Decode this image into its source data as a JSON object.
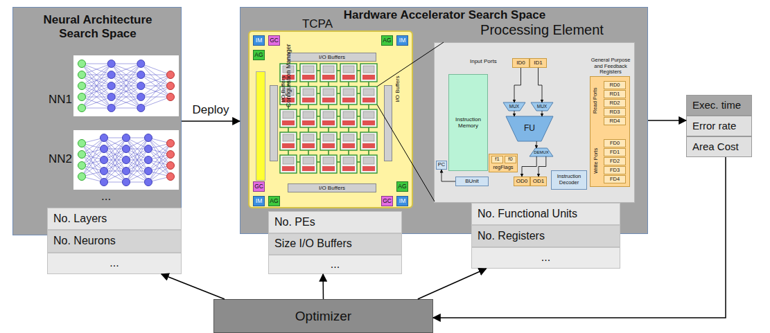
{
  "diagram": {
    "nodes": [
      {
        "text": [
          "Neural Architecture Search Space"
        ]
      },
      {
        "text": [
          "No. Layers"
        ]
      },
      {
        "text": [
          "No. Neurons"
        ]
      },
      {
        "text": [
          "..."
        ]
      },
      {
        "text": [
          "Hardware Accelerator Search Space"
        ]
      },
      {
        "text": [
          "TCPA"
        ],
        "in": 4
      },
      {
        "text": [
          "IM"
        ],
        "in": 5
      },
      {
        "text": [
          "GC"
        ],
        "in": 5
      },
      {
        "text": [
          "AG"
        ],
        "in": 5
      },
      {
        "text": [
          "AG"
        ],
        "in": 5
      },
      {
        "text": [
          "IM"
        ],
        "in": 5
      },
      {
        "text": [
          "GC"
        ],
        "in": 5
      },
      {
        "text": [
          "IM"
        ],
        "in": 5
      },
      {
        "text": [
          "AG"
        ],
        "in": 5
      },
      {
        "text": [
          "AG"
        ],
        "in": 5
      },
      {
        "text": [
          "GC"
        ],
        "in": 5
      },
      {
        "text": [
          "IM"
        ],
        "in": 5
      },
      {
        "text": [
          "Configuration Manager"
        ],
        "in": 5
      },
      {
        "text": [
          "I/O Buffers"
        ],
        "in": 5
      },
      {
        "text": [
          "I/O Buffers"
        ],
        "in": 5
      },
      {
        "text": [
          "I/O Buffers"
        ],
        "in": 5
      },
      {
        "text": [
          "I/O Buffers"
        ],
        "in": 5
      },
      {
        "text": [
          "Processing Element"
        ],
        "in": 4
      },
      {
        "text": [
          "ID0"
        ],
        "in": 22
      },
      {
        "text": [
          "ID1"
        ],
        "in": 22
      },
      {
        "text": [
          "Instruction Memory"
        ],
        "in": 22
      },
      {
        "text": [
          "MUX"
        ],
        "in": 22
      },
      {
        "text": [
          "MUX"
        ],
        "in": 22
      },
      {
        "text": [
          "FU"
        ],
        "in": 22
      },
      {
        "text": [
          "General Purpose and Feedback Registers",
          "Read Ports",
          "Write Ports"
        ],
        "in": 22
      },
      {
        "text": [
          "RD0"
        ],
        "in": 29
      },
      {
        "text": [
          "RD1"
        ],
        "in": 29
      },
      {
        "text": [
          "RD2"
        ],
        "in": 29
      },
      {
        "text": [
          "RD3"
        ],
        "in": 29
      },
      {
        "text": [
          "RD4"
        ],
        "in": 29
      },
      {
        "text": [
          "FD0"
        ],
        "in": 29
      },
      {
        "text": [
          "FD1"
        ],
        "in": 29
      },
      {
        "text": [
          "FD2"
        ],
        "in": 29
      },
      {
        "text": [
          "FD3"
        ],
        "in": 29
      },
      {
        "text": [
          "FD4"
        ],
        "in": 29
      },
      {
        "text": [
          "DEMUX"
        ],
        "in": 22
      },
      {
        "text": [
          "regFlags"
        ],
        "in": 22
      },
      {
        "text": [
          "f1"
        ],
        "in": 41
      },
      {
        "text": [
          "f0"
        ],
        "in": 41
      },
      {
        "text": [
          "PC"
        ],
        "in": 22
      },
      {
        "text": [
          "BUnit"
        ],
        "in": 22
      },
      {
        "text": [
          "OD0"
        ],
        "in": 22
      },
      {
        "text": [
          "OD1"
        ],
        "in": 22
      },
      {
        "text": [
          "Instruction Decoder"
        ],
        "in": 22
      },
      {
        "text": [
          "No. PEs"
        ]
      },
      {
        "text": [
          "Size I/O Buffers"
        ]
      },
      {
        "text": [
          "..."
        ]
      },
      {
        "text": [
          "No. Functional Units"
        ]
      },
      {
        "text": [
          "No. Registers"
        ]
      },
      {
        "text": [
          "..."
        ]
      },
      {
        "text": [
          "Exec. time"
        ]
      },
      {
        "text": [
          "Error rate"
        ]
      },
      {
        "text": [
          "Area Cost"
        ]
      },
      {
        "text": [
          "Optimizer"
        ]
      }
    ],
    "edges": [
      {
        "from": 0,
        "to": 4,
        "label": "Deploy",
        "arrow": "to"
      },
      {
        "from": 4,
        "to": 56,
        "arrow": "to"
      },
      {
        "from": 57,
        "to": 58,
        "arrow": "to"
      },
      {
        "from": 58,
        "to": 3,
        "arrow": "to"
      },
      {
        "from": 58,
        "to": 51,
        "arrow": "to"
      },
      {
        "from": 58,
        "to": 54,
        "arrow": "to"
      },
      {
        "from": 23,
        "to": 26,
        "arrow": "to"
      },
      {
        "from": 24,
        "to": 27,
        "arrow": "to"
      },
      {
        "from": 26,
        "to": 28,
        "arrow": "to"
      },
      {
        "from": 27,
        "to": 28,
        "arrow": "to"
      },
      {
        "from": 28,
        "to": 40,
        "arrow": "to"
      },
      {
        "from": 40,
        "to": 46,
        "arrow": "to"
      },
      {
        "from": 40,
        "to": 47,
        "arrow": "to"
      },
      {
        "from": 45,
        "to": 44,
        "arrow": "to"
      }
    ],
    "labels": [
      "NN1",
      "NN2",
      "...",
      "Input Ports"
    ]
  }
}
